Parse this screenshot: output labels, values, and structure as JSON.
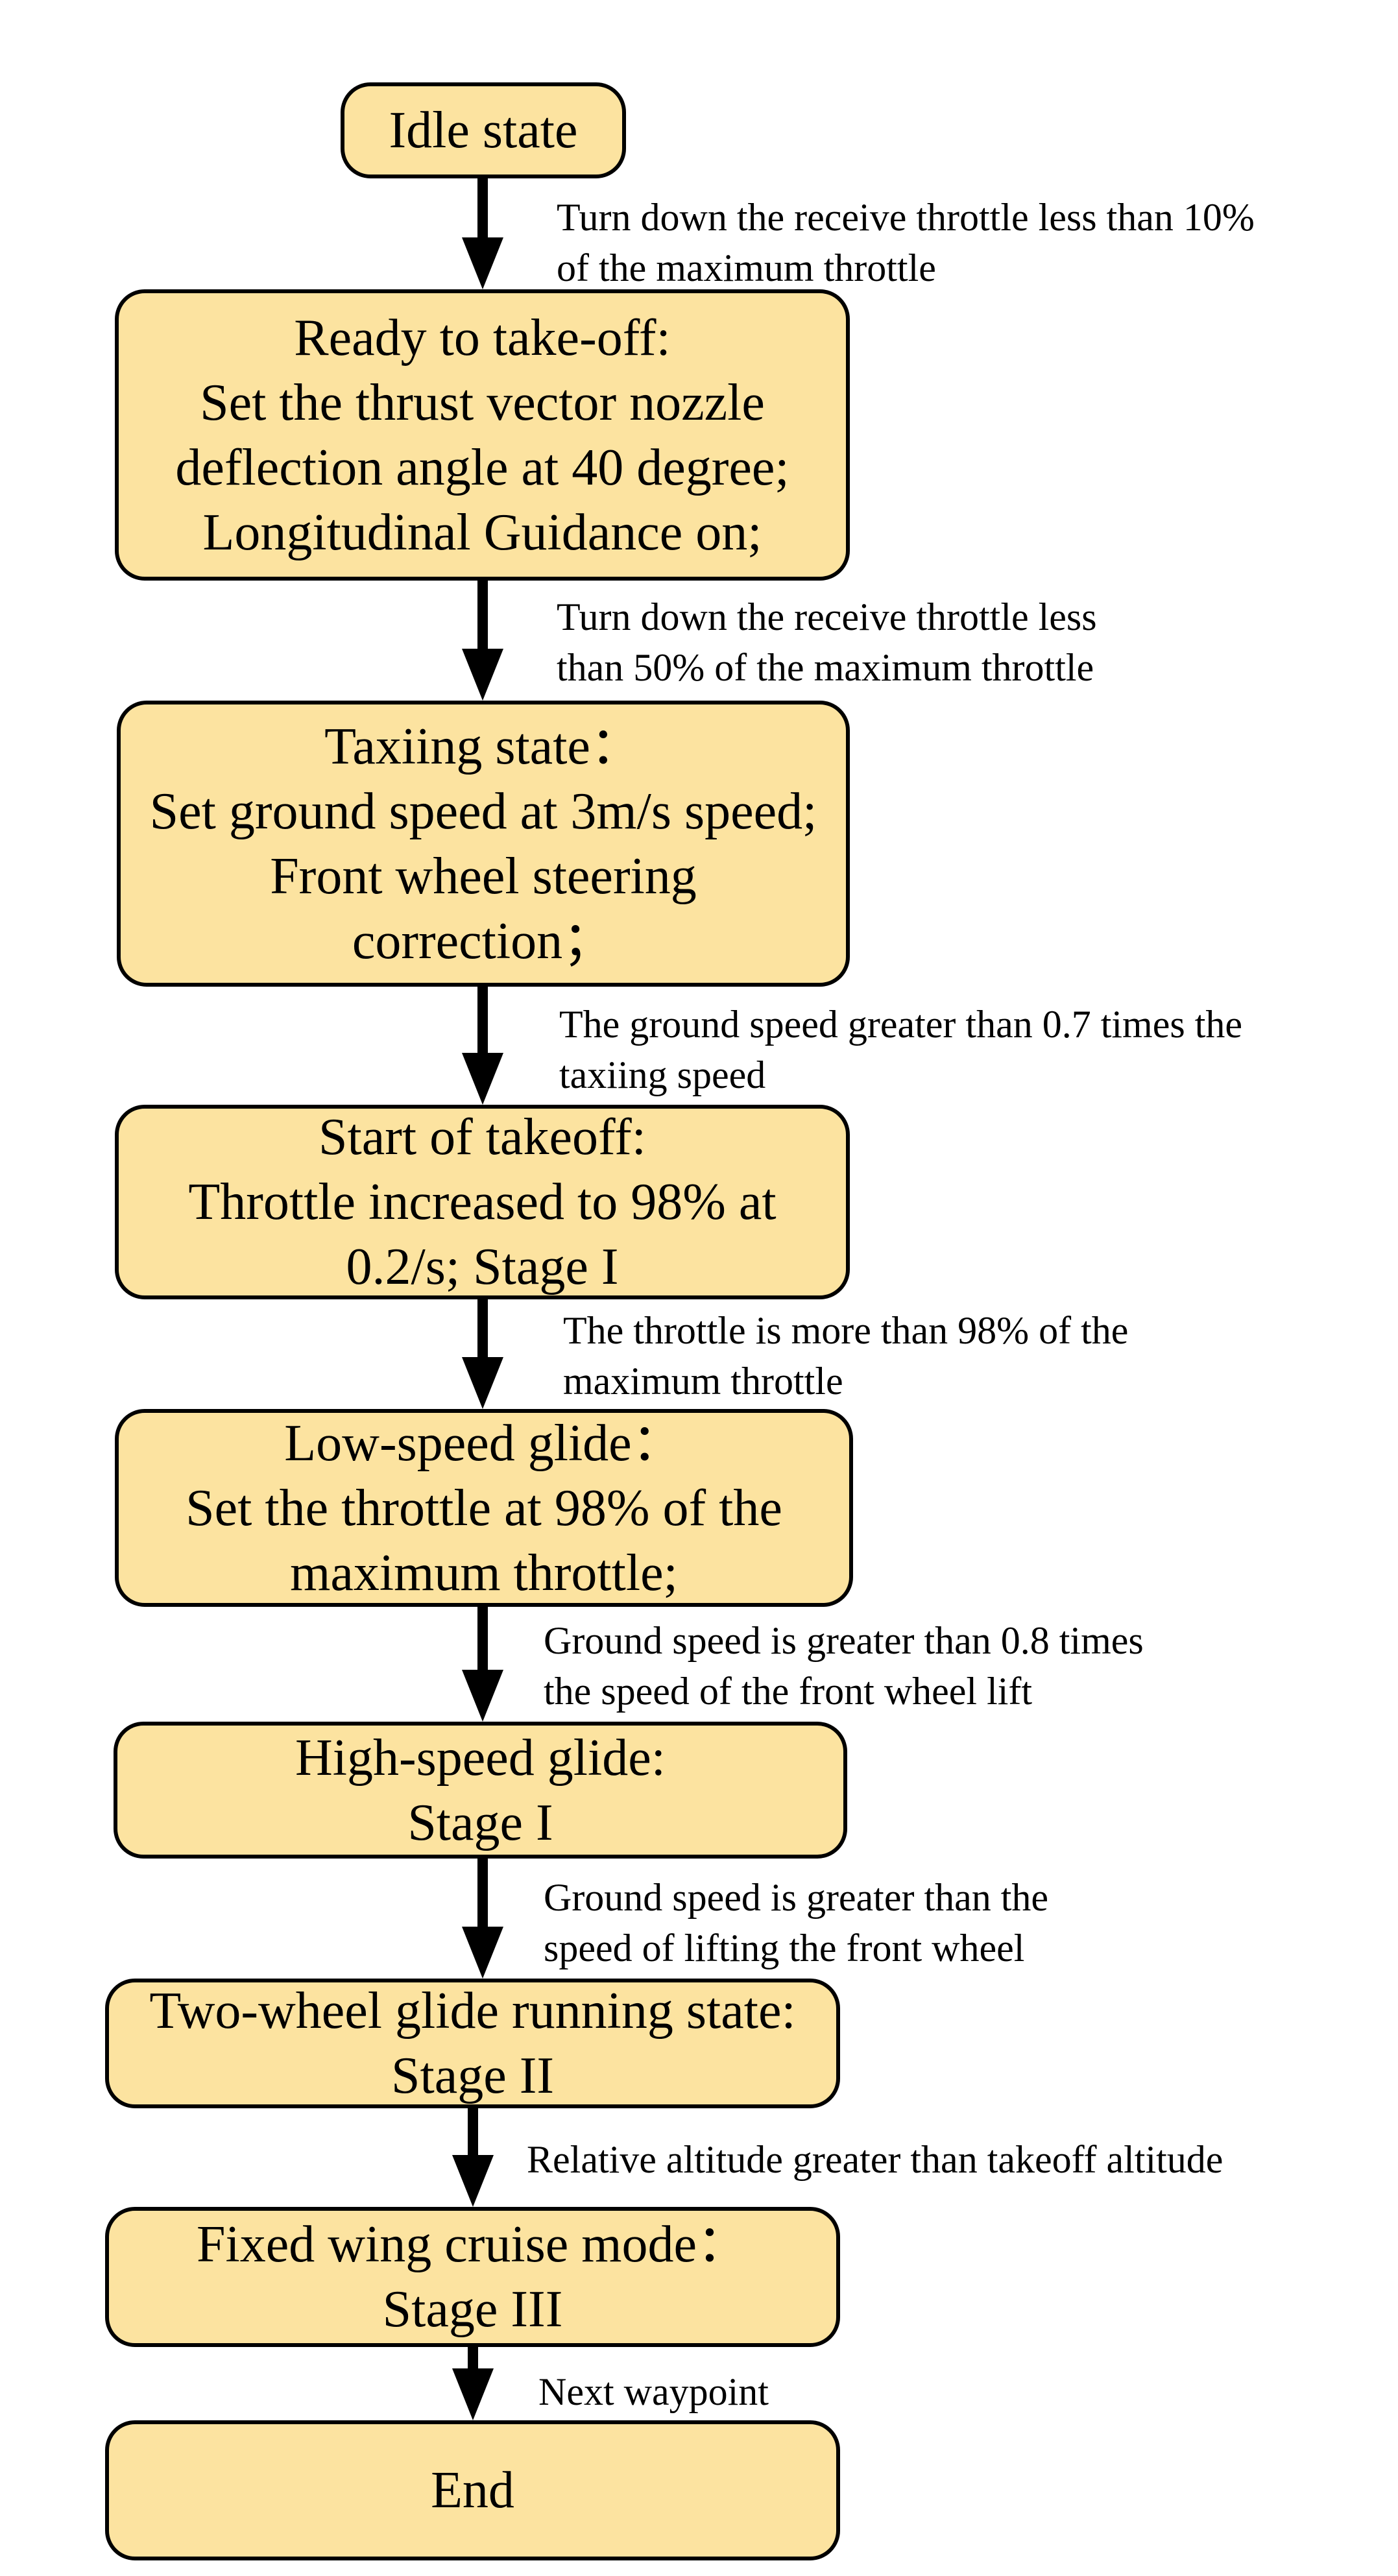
{
  "colors": {
    "node_fill": "#FCE3A0",
    "node_border": "#000000",
    "arrow": "#000000",
    "text": "#000000",
    "background": "#FFFFFF"
  },
  "nodes": [
    {
      "id": "idle-state",
      "lines": [
        "Idle state"
      ]
    },
    {
      "id": "ready-to-take-off",
      "lines": [
        "Ready to take-off:",
        "Set the thrust vector nozzle",
        "deflection angle at 40 degree;",
        "Longitudinal Guidance on;"
      ]
    },
    {
      "id": "taxiing-state",
      "lines": [
        "Taxiing state：",
        "Set ground speed at 3m/s speed;",
        "Front wheel steering",
        "correction；"
      ]
    },
    {
      "id": "start-of-takeoff",
      "lines": [
        "Start of takeoff:",
        "Throttle increased to 98% at",
        "0.2/s; Stage I"
      ]
    },
    {
      "id": "low-speed-glide",
      "lines": [
        "Low-speed glide：",
        "Set the throttle at 98% of the",
        "maximum throttle;"
      ]
    },
    {
      "id": "high-speed-glide",
      "lines": [
        "High-speed glide:",
        "Stage I"
      ]
    },
    {
      "id": "two-wheel-glide",
      "lines": [
        "Two-wheel glide running state:",
        "Stage II"
      ]
    },
    {
      "id": "fixed-wing-cruise",
      "lines": [
        "Fixed wing cruise mode：",
        "Stage III"
      ]
    },
    {
      "id": "end",
      "lines": [
        "End"
      ]
    }
  ],
  "edges": [
    {
      "lines": [
        "Turn down the receive throttle less than 10%",
        "of the maximum throttle"
      ]
    },
    {
      "lines": [
        "Turn down the receive throttle less",
        "than 50% of the maximum throttle"
      ]
    },
    {
      "lines": [
        "The ground speed greater than 0.7 times the",
        "taxiing speed"
      ]
    },
    {
      "lines": [
        "The throttle is more than 98% of the",
        "maximum throttle"
      ]
    },
    {
      "lines": [
        "Ground speed is greater than 0.8 times",
        "the speed of the front wheel lift"
      ]
    },
    {
      "lines": [
        "Ground speed is greater than the",
        "speed of lifting the front wheel"
      ]
    },
    {
      "lines": [
        "Relative altitude greater than takeoff altitude"
      ]
    },
    {
      "lines": [
        "Next waypoint"
      ]
    }
  ]
}
